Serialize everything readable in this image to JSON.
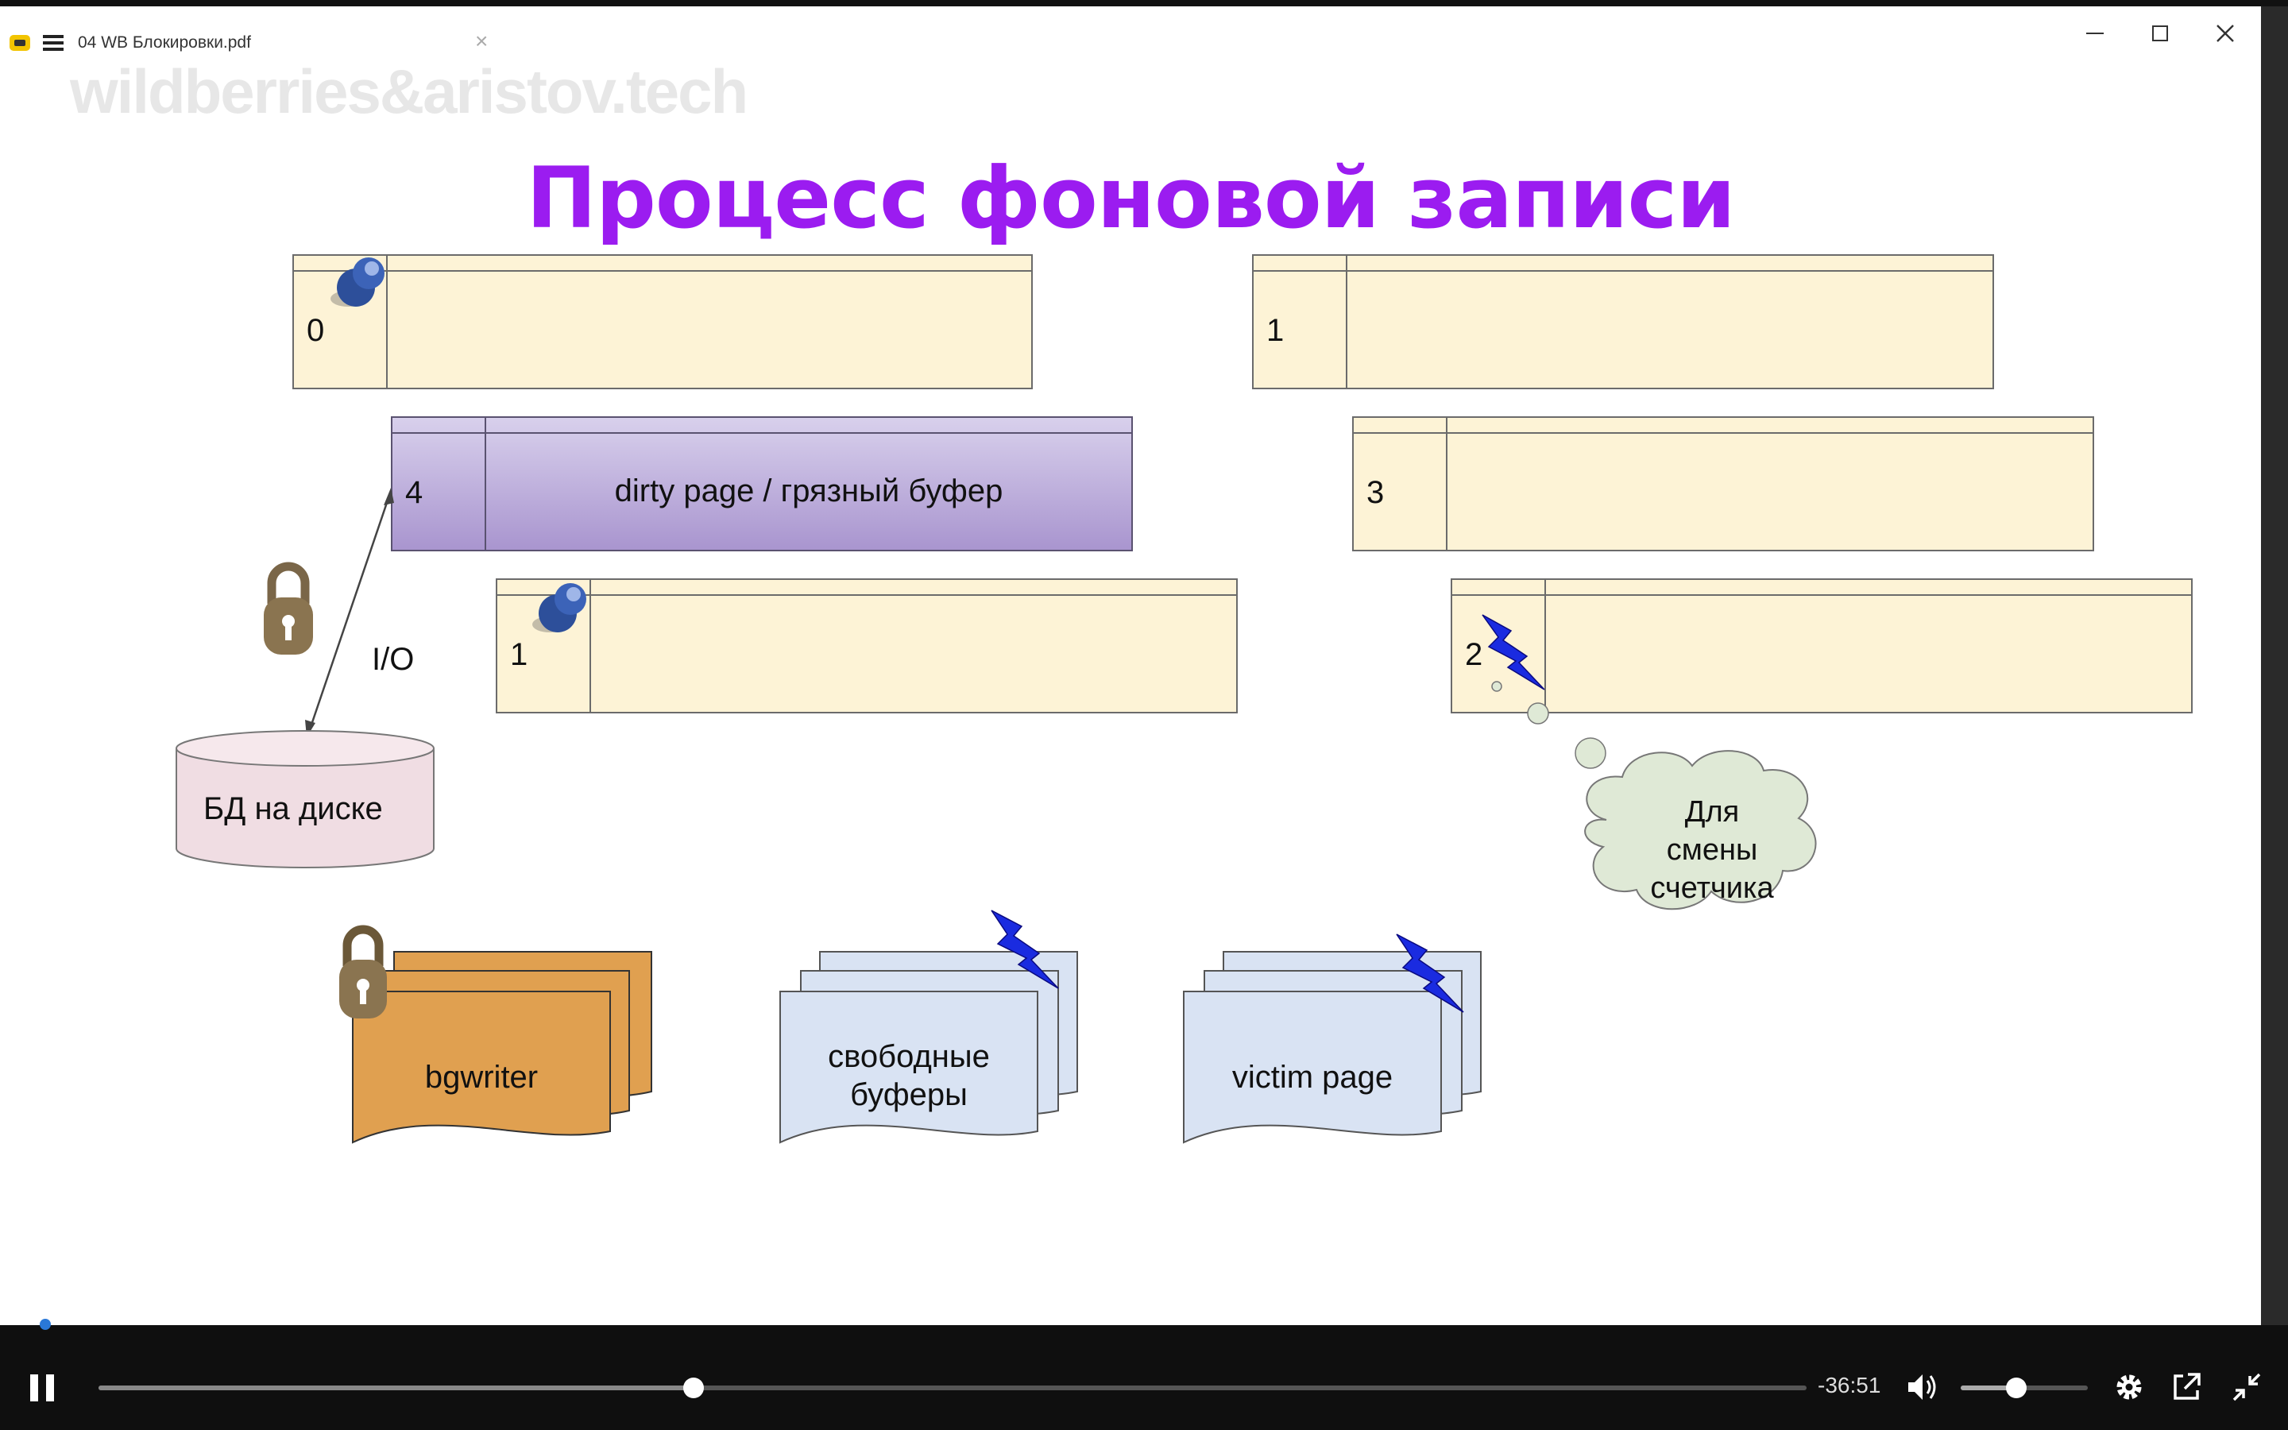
{
  "window": {
    "tab_title": "04 WB Блокировки.pdf",
    "tab_close": "×",
    "watermark": "wildberries&aristov.tech"
  },
  "slide": {
    "title": "Процесс фоновой записи",
    "buffers": [
      {
        "id": "buffer-0",
        "number": "0"
      },
      {
        "id": "buffer-1-top",
        "number": "1"
      },
      {
        "id": "buffer-4",
        "number": "4",
        "label": "dirty page / грязный буфер"
      },
      {
        "id": "buffer-3",
        "number": "3"
      },
      {
        "id": "buffer-1-mid",
        "number": "1"
      },
      {
        "id": "buffer-2",
        "number": "2"
      }
    ],
    "io_label": "I/O",
    "disk_label": "БД на диске",
    "cloud_text": "Для\nсмены\nсчетчика",
    "cloud_lines": [
      "Для",
      "смены",
      "счетчика"
    ],
    "stacks": {
      "bgwriter": "bgwriter",
      "free_buffers_line1": "свободные",
      "free_buffers_line2": "буферы",
      "victim": "victim page"
    },
    "colors": {
      "title": "#9b1cf0",
      "buffer_fill": "#fdf3d6",
      "dirty_fill": "#a995cf",
      "bgwriter_fill": "#e0a050",
      "free_fill": "#d9e3f3",
      "cloud_fill": "#dfe9d6",
      "disk_fill": "#f0dde3"
    }
  },
  "player": {
    "time_remaining": "-36:51",
    "progress": 0.3484,
    "volume": 0.44
  }
}
